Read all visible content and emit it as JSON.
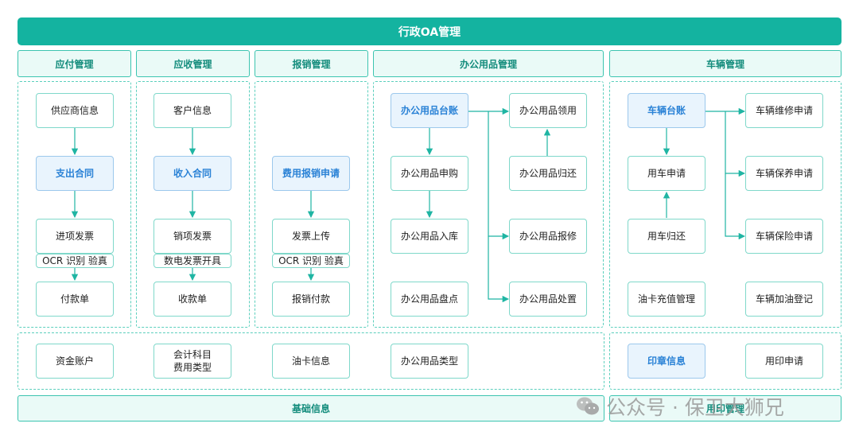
{
  "title": "行政OA管理",
  "headers": {
    "payable": "应付管理",
    "receivable": "应收管理",
    "reimburse": "报销管理",
    "office": "办公用品管理",
    "vehicle": "车辆管理"
  },
  "payable": {
    "supplier": "供应商信息",
    "contract": "支出合同",
    "invoice": "进项发票",
    "ocr": "OCR 识别 验真",
    "payment": "付款单"
  },
  "receivable": {
    "customer": "客户信息",
    "contract": "收入合同",
    "invoice": "销项发票",
    "einvoice": "数电发票开具",
    "receipt": "收款单"
  },
  "reimburse": {
    "apply": "费用报销申请",
    "upload": "发票上传",
    "ocr": "OCR 识别 验真",
    "payment": "报销付款"
  },
  "office": {
    "ledger": "办公用品台账",
    "purchase": "办公用品申购",
    "storage": "办公用品入库",
    "inventory": "办公用品盘点",
    "use": "办公用品领用",
    "return": "办公用品归还",
    "repair": "办公用品报修",
    "dispose": "办公用品处置"
  },
  "vehicle": {
    "ledger": "车辆台账",
    "apply": "用车申请",
    "return": "用车归还",
    "fuel_card": "油卡充值管理",
    "repair_apply": "车辆维修申请",
    "maint_apply": "车辆保养申请",
    "insure_apply": "车辆保险申请",
    "refuel": "车辆加油登记"
  },
  "basic": {
    "fund_account": "资金账户",
    "subject_1": "会计科目",
    "subject_2": "费用类型",
    "fuel_card": "油卡信息",
    "office_type": "办公用品类型"
  },
  "seal": {
    "info": "印章信息",
    "apply": "用印申请"
  },
  "footers": {
    "basic": "基础信息",
    "seal": "用印管理"
  },
  "watermark": {
    "text": "公众号 · 保卫大狮兄"
  },
  "colors": {
    "brand": "#14b3a0",
    "line": "#1fb5a3",
    "highlight_text": "#2a82d6",
    "highlight_bg": "#e9f4fd"
  }
}
